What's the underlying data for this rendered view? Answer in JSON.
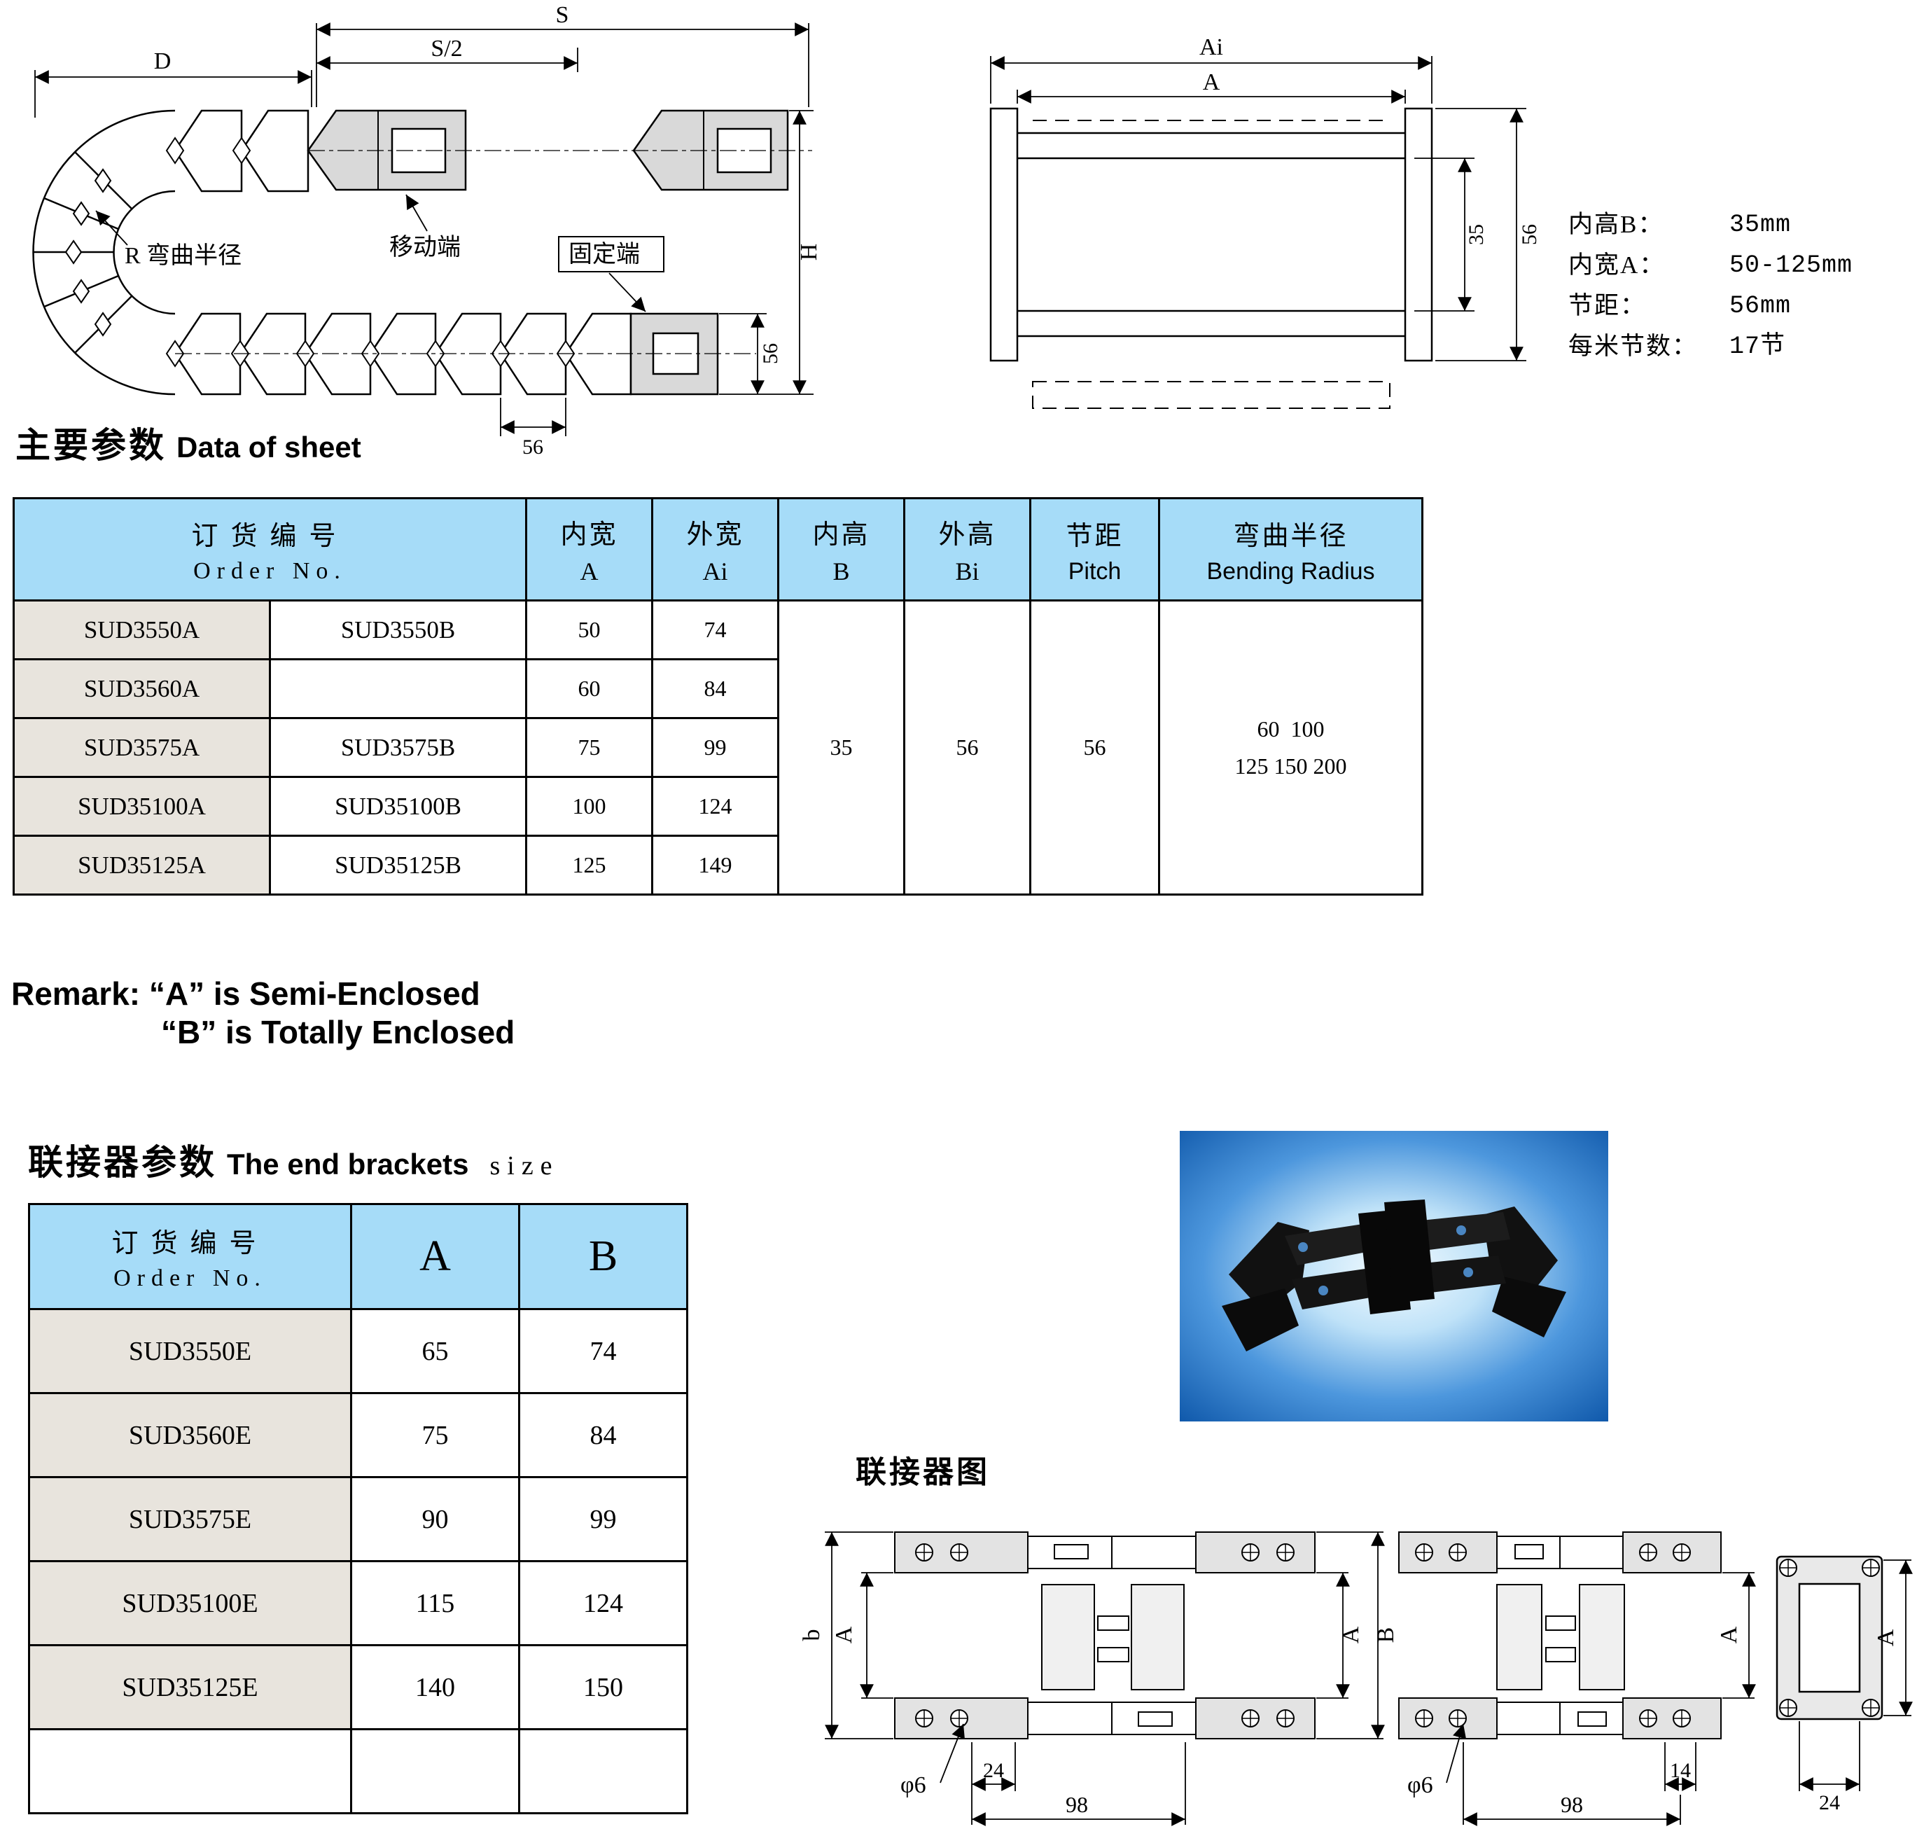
{
  "colors": {
    "table_header_bg": "#a6dcf8",
    "label_cell_bg": "#e8e4dd",
    "drawing_gray": "#d9d9d9",
    "photo_blue_edge": "#1059ab"
  },
  "left_drawing": {
    "dim_d": "D",
    "dim_s": "S",
    "dim_s2": "S/2",
    "radius_label": "R 弯曲半径",
    "moving_end": "移动端",
    "fixed_end": "固定端",
    "dim_h": "H",
    "dim_56_vertical": "56",
    "dim_56_horizontal": "56"
  },
  "section_drawing": {
    "dim_ai": "Ai",
    "dim_a": "A",
    "dim_35": "35",
    "dim_56": "56"
  },
  "specs": {
    "rows": [
      {
        "label": "内高B：",
        "value": "35mm"
      },
      {
        "label": "内宽A：",
        "value": "50-125mm"
      },
      {
        "label": "节距：",
        "value": "56mm"
      },
      {
        "label": "每米节数：",
        "value": "17节"
      }
    ]
  },
  "sheet_section": {
    "title_cn": "主要参数",
    "title_en": "Data of sheet"
  },
  "main_table": {
    "header": {
      "order_cn": "订货编号",
      "order_en": "Order No.",
      "col3_cn": "内宽",
      "col3_en": "A",
      "col4_cn": "外宽",
      "col4_en": "Ai",
      "col5_cn": "内高",
      "col5_en": "B",
      "col6_cn": "外高",
      "col6_en": "Bi",
      "col7_cn": "节距",
      "col7_en": "Pitch",
      "col8_cn": "弯曲半径",
      "col8_en": "Bending Radius"
    },
    "rows": [
      {
        "order_a": "SUD3550A",
        "order_b": "SUD3550B",
        "inner_w": "50",
        "outer_w": "74"
      },
      {
        "order_a": "SUD3560A",
        "order_b": "",
        "inner_w": "60",
        "outer_w": "84"
      },
      {
        "order_a": "SUD3575A",
        "order_b": "SUD3575B",
        "inner_w": "75",
        "outer_w": "99"
      },
      {
        "order_a": "SUD35100A",
        "order_b": "SUD35100B",
        "inner_w": "100",
        "outer_w": "124"
      },
      {
        "order_a": "SUD35125A",
        "order_b": "SUD35125B",
        "inner_w": "125",
        "outer_w": "149"
      }
    ],
    "merged": {
      "inner_h": "35",
      "outer_h": "56",
      "pitch": "56",
      "radius_line1": "60  100",
      "radius_line2": "125 150 200"
    }
  },
  "remark": {
    "line1": "Remark: “A” is  Semi-Enclosed",
    "line2": "“B” is  Totally Enclosed"
  },
  "brackets_section": {
    "title_cn": "联接器参数",
    "title_en": "The end brackets",
    "title_suffix": "size"
  },
  "brackets_table": {
    "header": {
      "order_cn": "订货编号",
      "order_en": "Order No.",
      "col_a": "A",
      "col_b": "B"
    },
    "rows": [
      {
        "order": "SUD3550E",
        "a": "65",
        "b": "74"
      },
      {
        "order": "SUD3560E",
        "a": "75",
        "b": "84"
      },
      {
        "order": "SUD3575E",
        "a": "90",
        "b": "99"
      },
      {
        "order": "SUD35100E",
        "a": "115",
        "b": "124"
      },
      {
        "order": "SUD35125E",
        "a": "140",
        "b": "150"
      },
      {
        "order": "",
        "a": "",
        "b": ""
      }
    ]
  },
  "connector": {
    "title": "联接器图",
    "dim_b_lower": "b",
    "dim_a_left": "A",
    "dim_a_mid": "A",
    "dim_b_mid": "B",
    "dim_a_right": "A",
    "dim_a_end": "A",
    "phi_left": "φ6",
    "dim_24_left": "24",
    "dim_98_left": "98",
    "phi_right": "φ6",
    "dim_14": "14",
    "dim_98_right": "98",
    "dim_24_end": "24"
  }
}
